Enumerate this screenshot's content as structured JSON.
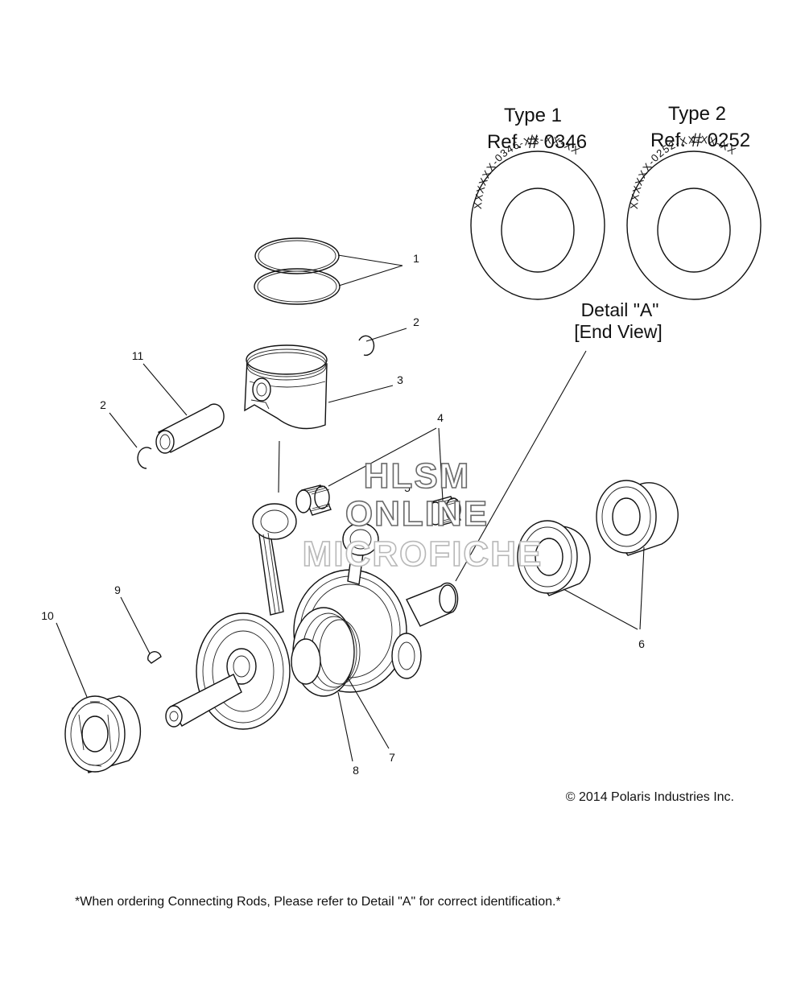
{
  "detail": {
    "type1": {
      "title": "Type 1",
      "ref": "Ref. # 0346",
      "ring_text": "XXXXXX-0346-XX-XX-XX"
    },
    "type2": {
      "title": "Type 2",
      "ref": "Ref. # 0252",
      "ring_text": "XXXXXX-0252-XX-XX-XX"
    },
    "label_line1": "Detail \"A\"",
    "label_line2": "[End View]"
  },
  "callouts": {
    "c1": "1",
    "c2a": "2",
    "c2b": "2",
    "c3": "3",
    "c4": "4",
    "c5": "5",
    "c6": "6",
    "c7": "7",
    "c8": "8",
    "c9": "9",
    "c10": "10",
    "c11": "11"
  },
  "watermark": {
    "line1": "HLSM",
    "line2": "ONLINE",
    "line3": "MICROFICHE"
  },
  "copyright": "© 2014 Polaris Industries Inc.",
  "footnote": "*When ordering Connecting Rods, Please refer to Detail \"A\" for correct identification.*"
}
